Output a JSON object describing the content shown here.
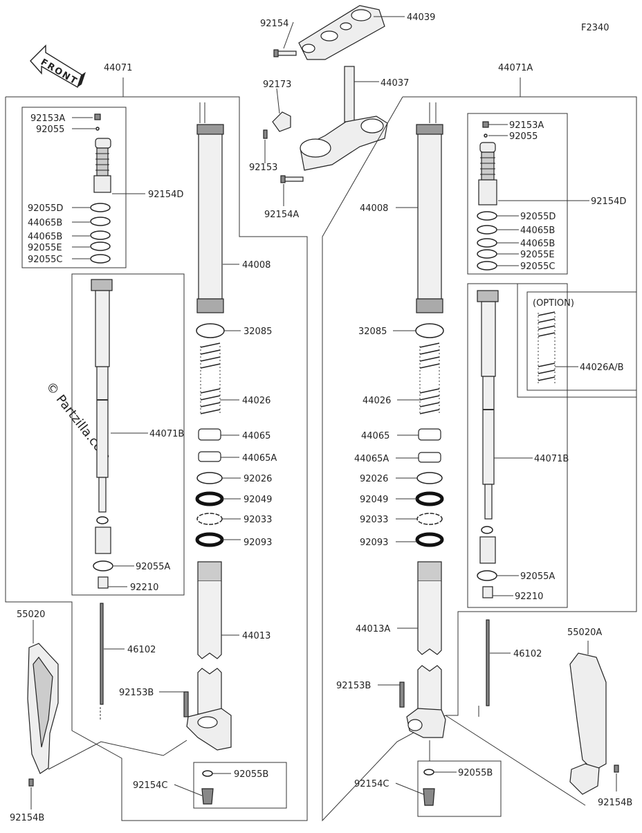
{
  "diagram_code": "F2340",
  "front_arrow_label": "FRONT",
  "watermark": "© Partzilla.com",
  "option_label": "(OPTION)",
  "labels": {
    "p44039": "44039",
    "p92154": "92154",
    "p44037": "44037",
    "p92173": "92173",
    "p92153": "92153",
    "p92154A": "92154A",
    "p44071": "44071",
    "p44071A": "44071A",
    "L_92153A": "92153A",
    "L_92055": "92055",
    "L_92154D": "92154D",
    "L_92055D": "92055D",
    "L_44065B1": "44065B",
    "L_44065B2": "44065B",
    "L_92055E": "92055E",
    "L_92055C": "92055C",
    "L_44008": "44008",
    "L_32085": "32085",
    "L_44026": "44026",
    "L_44065": "44065",
    "L_44065A": "44065A",
    "L_92026": "92026",
    "L_92049": "92049",
    "L_92033": "92033",
    "L_92093": "92093",
    "L_44071B": "44071B",
    "L_92055A": "92055A",
    "L_92210": "92210",
    "L_44013": "44013",
    "L_46102": "46102",
    "L_92153B": "92153B",
    "L_92055B": "92055B",
    "L_92154C": "92154C",
    "L_55020": "55020",
    "L_92154B": "92154B",
    "R_92153A": "92153A",
    "R_92055": "92055",
    "R_92154D": "92154D",
    "R_92055D": "92055D",
    "R_44065B1": "44065B",
    "R_44065B2": "44065B",
    "R_92055E": "92055E",
    "R_92055C": "92055C",
    "R_44008": "44008",
    "R_32085": "32085",
    "R_44026": "44026",
    "R_44065": "44065",
    "R_44065A": "44065A",
    "R_92026": "92026",
    "R_92049": "92049",
    "R_92033": "92033",
    "R_92093": "92093",
    "R_44026AB": "44026A/B",
    "R_44071B": "44071B",
    "R_92055A": "92055A",
    "R_92210": "92210",
    "R_44013A": "44013A",
    "R_46102": "46102",
    "R_92153B": "92153B",
    "R_92055B": "92055B",
    "R_92154C": "92154C",
    "R_55020A": "55020A",
    "R_92154B": "92154B"
  }
}
